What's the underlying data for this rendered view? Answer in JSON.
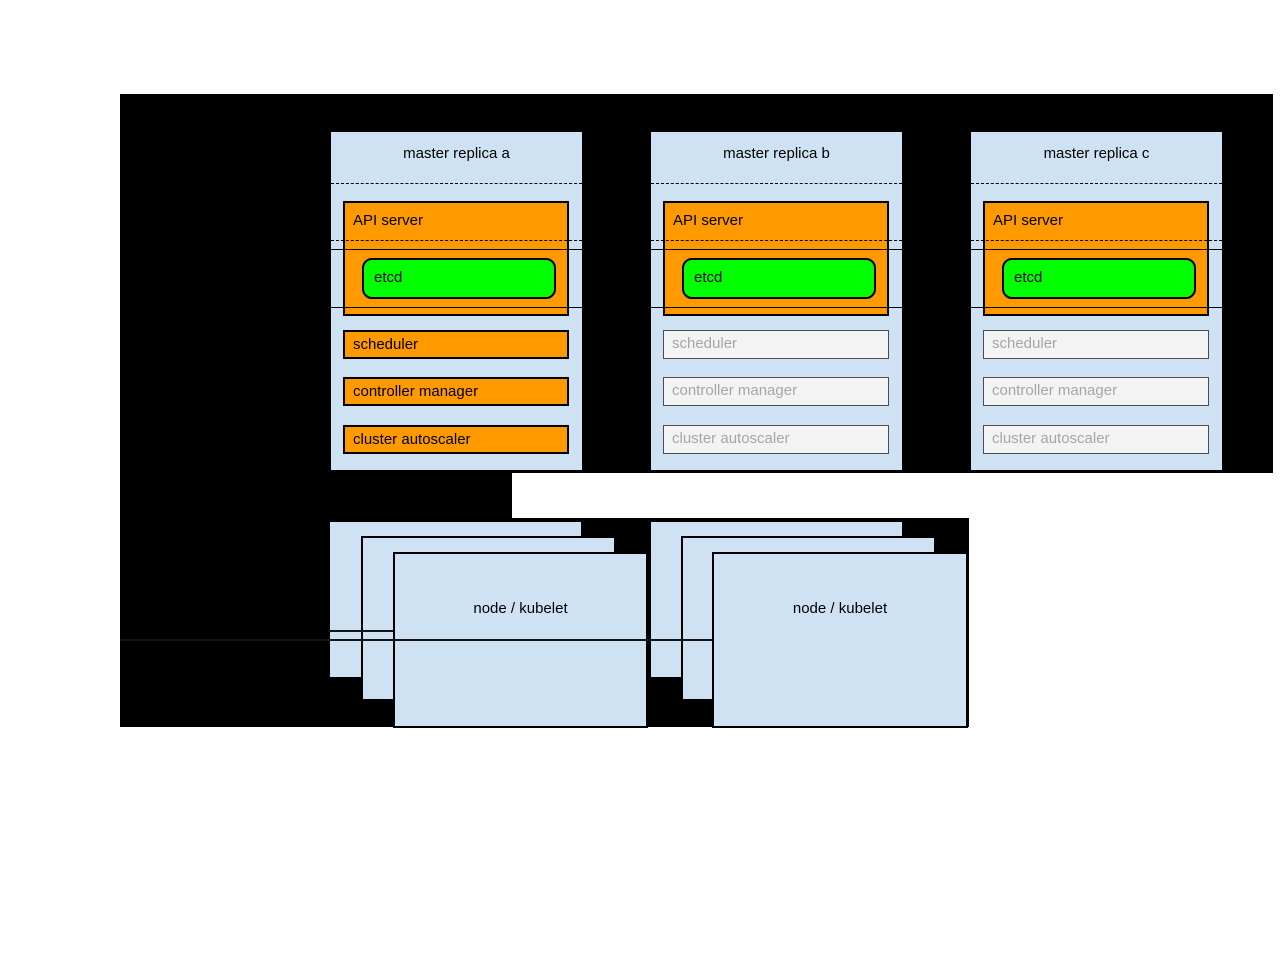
{
  "masters": [
    {
      "title": "master replica a",
      "active": true,
      "api_server_label": "API server",
      "etcd_label": "etcd",
      "scheduler_label": "scheduler",
      "controller_manager_label": "controller manager",
      "cluster_autoscaler_label": "cluster autoscaler"
    },
    {
      "title": "master replica b",
      "active": false,
      "api_server_label": "API server",
      "etcd_label": "etcd",
      "scheduler_label": "scheduler",
      "controller_manager_label": "controller manager",
      "cluster_autoscaler_label": "cluster autoscaler"
    },
    {
      "title": "master replica c",
      "active": false,
      "api_server_label": "API server",
      "etcd_label": "etcd",
      "scheduler_label": "scheduler",
      "controller_manager_label": "controller manager",
      "cluster_autoscaler_label": "cluster autoscaler"
    }
  ],
  "nodes": [
    {
      "label": "node / kubelet"
    },
    {
      "label": "node / kubelet"
    }
  ],
  "colors": {
    "background": "#000000",
    "box_fill_blue": "#cfe2f3",
    "active_component": "#ff9900",
    "etcd_green": "#00ff00",
    "inactive_fill": "#f3f3f3",
    "inactive_text": "#a6a6a6"
  }
}
